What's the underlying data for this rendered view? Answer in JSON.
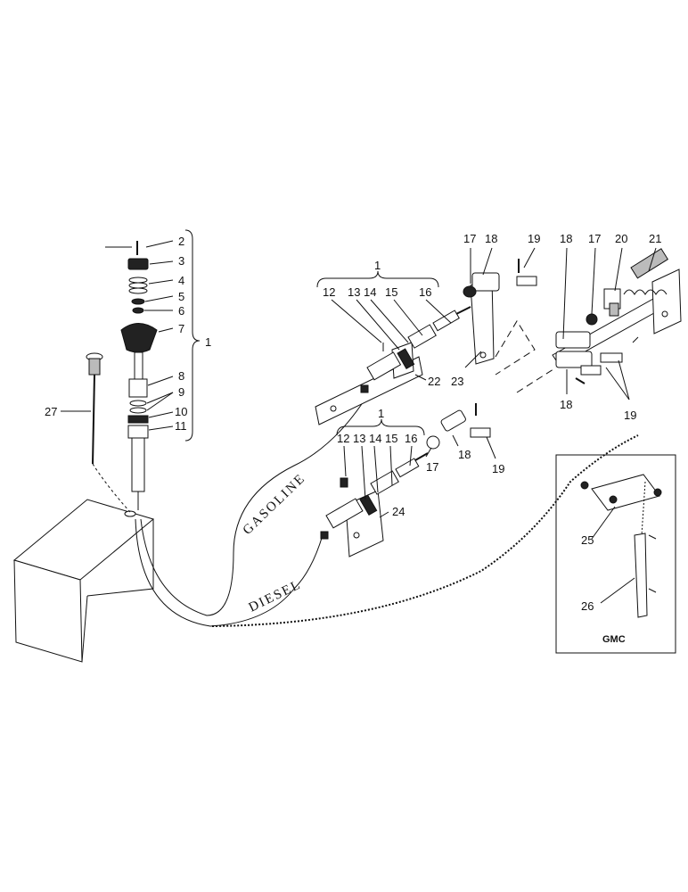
{
  "callouts": {
    "c2": "2",
    "c3": "3",
    "c4": "4",
    "c5": "5",
    "c6": "6",
    "c7": "7",
    "c8": "8",
    "c9": "9",
    "c10": "10",
    "c11": "11",
    "c1_left": "1",
    "c27": "27",
    "c1_top": "1",
    "c12_top": "12",
    "c13_top": "13",
    "c14_top": "14",
    "c15_top": "15",
    "c16_top": "16",
    "c22": "22",
    "c17_a": "17",
    "c18_a": "18",
    "c19_a": "19",
    "c23": "23",
    "c18_b": "18",
    "c17_b": "17",
    "c20": "20",
    "c21": "21",
    "c18_c": "18",
    "c19_b": "19",
    "c1_mid": "1",
    "c12_mid": "12",
    "c13_mid": "13",
    "c14_mid": "14",
    "c15_mid": "15",
    "c16_mid": "16",
    "c24": "24",
    "c17_c": "17",
    "c18_d": "18",
    "c19_c": "19",
    "c25": "25",
    "c26": "26"
  },
  "route_labels": {
    "gasoline": "GASOLINE",
    "diesel": "DIESEL"
  },
  "inset": {
    "title": "GMC"
  }
}
